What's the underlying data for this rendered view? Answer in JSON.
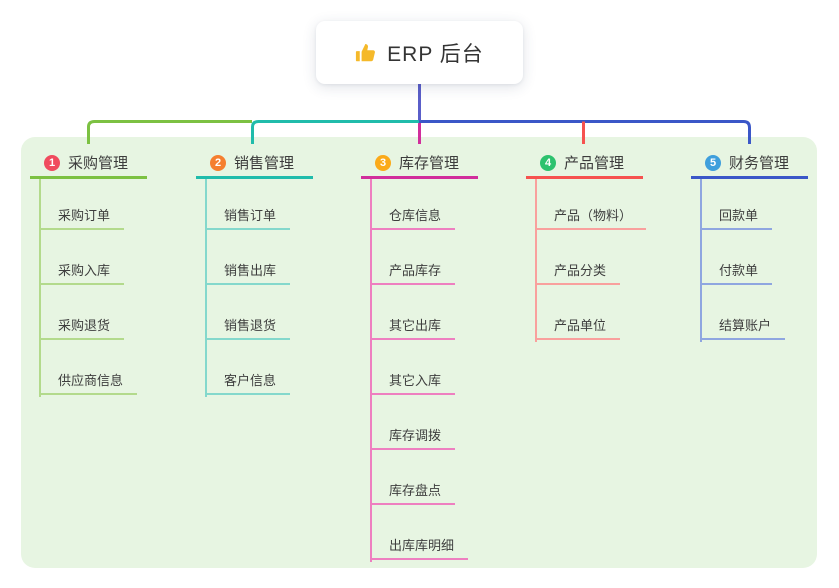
{
  "root": {
    "label": "ERP 后台",
    "icon": "thumbs-up-icon",
    "icon_color": "#f5b92a",
    "trunk_line_color": "#5a5ec9"
  },
  "canvas": {
    "panel_bg": "#e7f5e2",
    "page_bg": "#ffffff",
    "text_color": "#3c3c3c"
  },
  "branches": [
    {
      "num": "1",
      "label": "采购管理",
      "badge_color": "#f04b5e",
      "line_color": "#7cc142",
      "child_line_color": "#b3da8c",
      "items": [
        "采购订单",
        "采购入库",
        "采购退货",
        "供应商信息"
      ]
    },
    {
      "num": "2",
      "label": "销售管理",
      "badge_color": "#f57f2f",
      "line_color": "#20bcab",
      "child_line_color": "#84d8cc",
      "items": [
        "销售订单",
        "销售出库",
        "销售退货",
        "客户信息"
      ]
    },
    {
      "num": "3",
      "label": "库存管理",
      "badge_color": "#fbaa19",
      "line_color": "#d12e9c",
      "child_line_color": "#ee7fc0",
      "items": [
        "仓库信息",
        "产品库存",
        "其它出库",
        "其它入库",
        "库存调拨",
        "库存盘点",
        "出库库明细"
      ]
    },
    {
      "num": "4",
      "label": "产品管理",
      "badge_color": "#2dc26e",
      "line_color": "#f6524f",
      "child_line_color": "#f9a09d",
      "items": [
        "产品（物料）",
        "产品分类",
        "产品单位"
      ]
    },
    {
      "num": "5",
      "label": "财务管理",
      "badge_color": "#3f9fdc",
      "line_color": "#3b57c8",
      "child_line_color": "#8fa6e0",
      "items": [
        "回款单",
        "付款单",
        "结算账户"
      ]
    }
  ]
}
